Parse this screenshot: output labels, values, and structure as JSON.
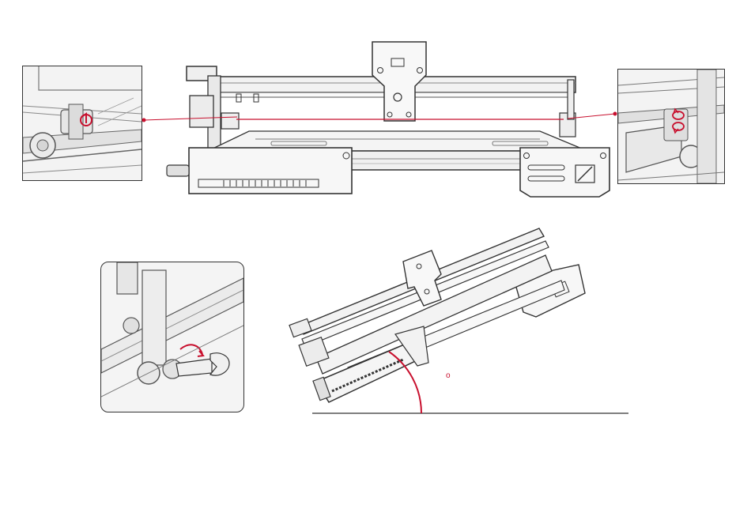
{
  "diagram": {
    "accent_color": "#c8102e",
    "line_color": "#333333",
    "panels": [
      {
        "id": "main-machine",
        "icon": "laser-engraver-frame-front-view"
      },
      {
        "id": "detail-left",
        "icon": "left-eccentric-nut-closeup"
      },
      {
        "id": "detail-right",
        "icon": "right-eccentric-nut-closeup"
      },
      {
        "id": "detail-wrench",
        "icon": "wrench-adjusting-nut"
      },
      {
        "id": "tilted-machine",
        "icon": "laser-engraver-frame-tilted"
      }
    ],
    "angle_label": "o"
  }
}
